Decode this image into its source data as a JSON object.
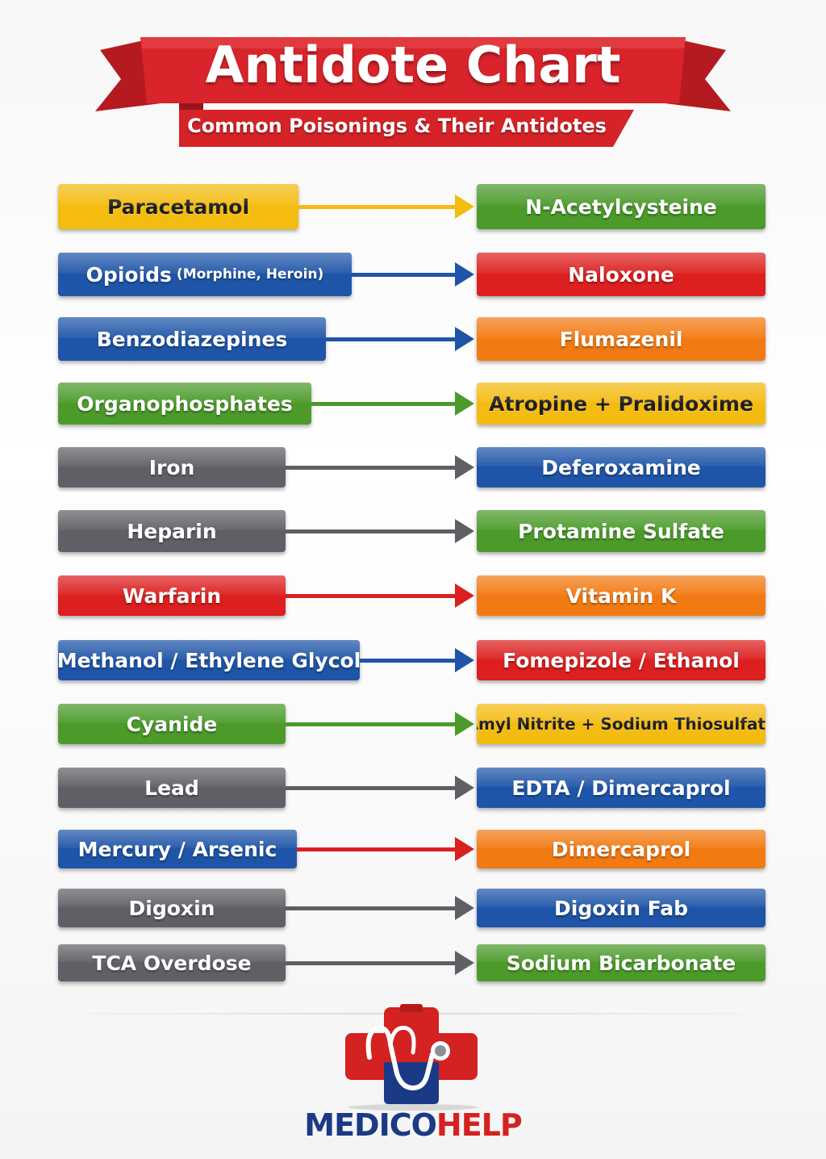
{
  "header": {
    "title": "Antidote Chart",
    "subtitle": "Common Poisonings & Their Antidotes"
  },
  "colors": {
    "yellow": "#f4bb10",
    "blue": "#1f55a8",
    "green": "#4b9a2a",
    "gray": "#5f6066",
    "red": "#dc1f1f",
    "orange": "#f27a12",
    "banner_red": "#d8242a",
    "brand_blue": "#1a3a86",
    "brand_red": "#d42121"
  },
  "rows": [
    {
      "poison": "Paracetamol",
      "antidote": "N-Acetylcysteine",
      "poison_color": "yellow",
      "antidote_color": "green",
      "arrow_color": "yellow"
    },
    {
      "poison": "Opioids",
      "poison_note": "(Morphine, Heroin)",
      "antidote": "Naloxone",
      "poison_color": "blue",
      "antidote_color": "red",
      "arrow_color": "blue"
    },
    {
      "poison": "Benzodiazepines",
      "antidote": "Flumazenil",
      "poison_color": "blue",
      "antidote_color": "orange",
      "arrow_color": "blue"
    },
    {
      "poison": "Organophosphates",
      "antidote": "Atropine + Pralidoxime",
      "poison_color": "green",
      "antidote_color": "yellow",
      "arrow_color": "green"
    },
    {
      "poison": "Iron",
      "antidote": "Deferoxamine",
      "poison_color": "gray",
      "antidote_color": "blue",
      "arrow_color": "gray"
    },
    {
      "poison": "Heparin",
      "antidote": "Protamine Sulfate",
      "poison_color": "gray",
      "antidote_color": "green",
      "arrow_color": "gray"
    },
    {
      "poison": "Warfarin",
      "antidote": "Vitamin K",
      "poison_color": "red",
      "antidote_color": "orange",
      "arrow_color": "red"
    },
    {
      "poison": "Methanol / Ethylene Glycol",
      "antidote": "Fomepizole / Ethanol",
      "poison_color": "blue",
      "antidote_color": "red",
      "arrow_color": "blue"
    },
    {
      "poison": "Cyanide",
      "antidote": "Amyl Nitrite + Sodium Thiosulfate",
      "poison_color": "green",
      "antidote_color": "yellow",
      "arrow_color": "green"
    },
    {
      "poison": "Lead",
      "antidote": "EDTA / Dimercaprol",
      "poison_color": "gray",
      "antidote_color": "blue",
      "arrow_color": "gray"
    },
    {
      "poison": "Mercury / Arsenic",
      "antidote": "Dimercaprol",
      "poison_color": "blue",
      "antidote_color": "orange",
      "arrow_color": "red"
    },
    {
      "poison": "Digoxin",
      "antidote": "Digoxin Fab",
      "poison_color": "gray",
      "antidote_color": "blue",
      "arrow_color": "gray"
    },
    {
      "poison": "TCA Overdose",
      "antidote": "Sodium Bicarbonate",
      "poison_color": "gray",
      "antidote_color": "green",
      "arrow_color": "gray"
    }
  ],
  "footer": {
    "brand_part1": "MEDICO",
    "brand_part2": "HELP",
    "logo_icon": "medical-cross-stethoscope-icon"
  }
}
